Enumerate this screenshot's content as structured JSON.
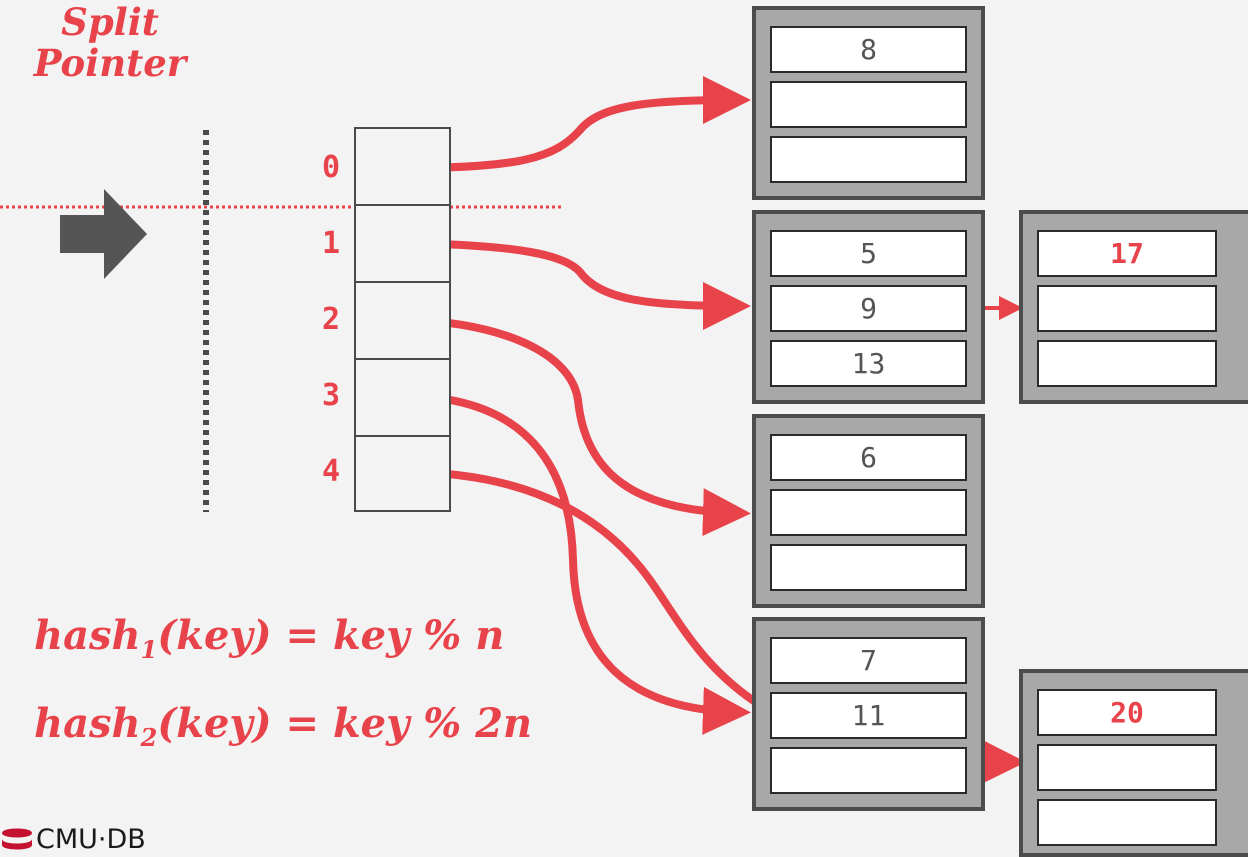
{
  "title": {
    "line1": "Split",
    "line2": "Pointer"
  },
  "directory": {
    "slots": [
      {
        "index": "0"
      },
      {
        "index": "1"
      },
      {
        "index": "2"
      },
      {
        "index": "3"
      },
      {
        "index": "4"
      }
    ]
  },
  "buckets": [
    {
      "slots": [
        "8",
        "",
        ""
      ]
    },
    {
      "slots": [
        "5",
        "9",
        "13"
      ]
    },
    {
      "slots": [
        "6",
        "",
        ""
      ]
    },
    {
      "slots": [
        "7",
        "11",
        ""
      ]
    }
  ],
  "overflow_buckets": [
    {
      "slots": [
        "17",
        "",
        ""
      ]
    },
    {
      "slots": [
        "20",
        "",
        ""
      ]
    }
  ],
  "formulas": {
    "hash1": {
      "fn": "hash",
      "sub": "1",
      "rest": "(key) = key % n"
    },
    "hash2": {
      "fn": "hash",
      "sub": "2",
      "rest": "(key) = key % 2n"
    }
  },
  "logo": {
    "text": "CMU·DB"
  },
  "colors": {
    "accent": "#e8424a",
    "bucket_fill": "#a8a8a8",
    "bucket_border": "#4c4c4c",
    "arrow_gray": "#555555"
  }
}
